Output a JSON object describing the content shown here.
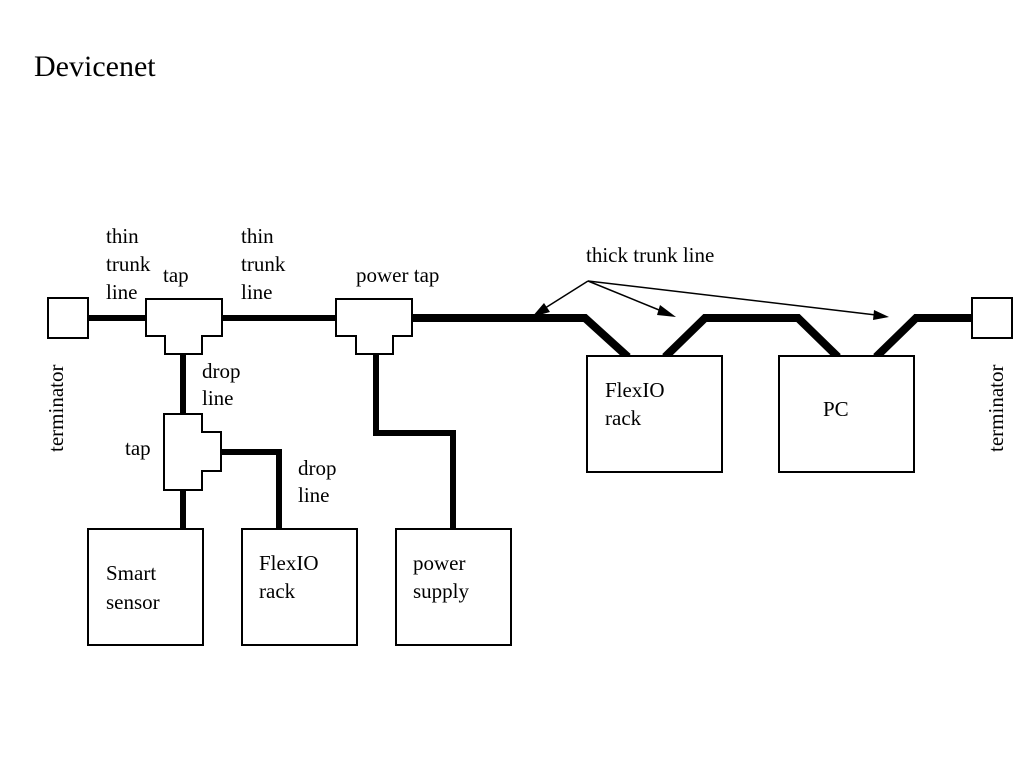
{
  "title": "Devicenet",
  "labels": {
    "thin_trunk_line_1": [
      "thin",
      "trunk",
      "line"
    ],
    "thin_trunk_line_2": [
      "thin",
      "trunk",
      "line"
    ],
    "tap_1": "tap",
    "tap_2": "tap",
    "power_tap": "power tap",
    "thick_trunk_line": "thick trunk line",
    "drop_line_1": [
      "drop",
      "line"
    ],
    "drop_line_2": [
      "drop",
      "line"
    ],
    "terminator_left": "terminator",
    "terminator_right": "terminator"
  },
  "devices": {
    "smart_sensor": [
      "Smart",
      "sensor"
    ],
    "flexio_rack_bottom": [
      "FlexIO",
      "rack"
    ],
    "power_supply": [
      "power",
      "supply"
    ],
    "flexio_rack_right": [
      "FlexIO",
      "rack"
    ],
    "pc": "PC"
  }
}
